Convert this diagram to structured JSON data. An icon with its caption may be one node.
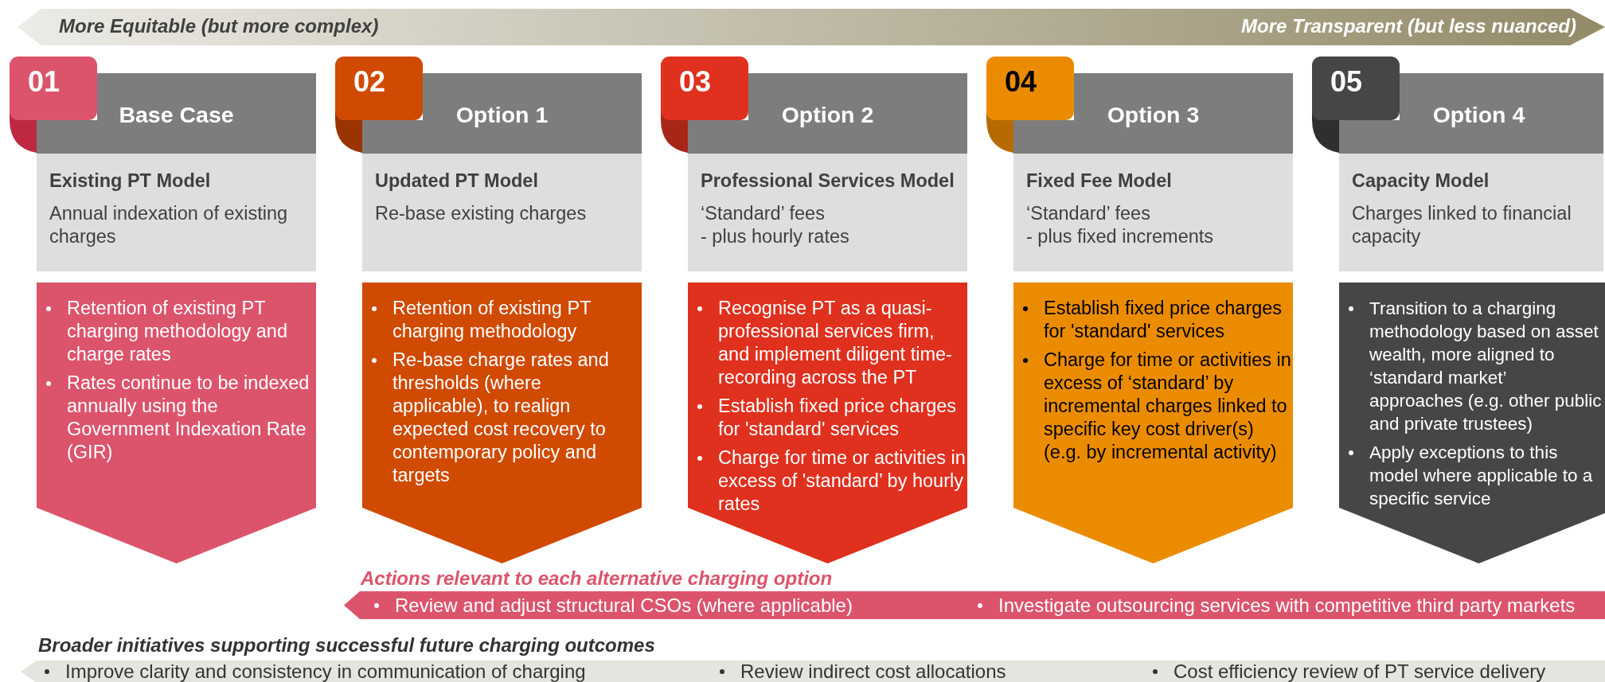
{
  "diagram": {
    "nodes": [
      {
        "text": [
          "01"
        ]
      },
      {
        "text": [
          "Base Case"
        ]
      },
      {
        "text": [
          "Existing PT Model",
          "Annual indexation of existing charges"
        ]
      },
      {
        "text": [
          "Retention of existing PT charging methodology and charge rates",
          "Rates continue to be indexed annually using the Government Indexation Rate (GIR)"
        ]
      },
      {
        "text": [
          "02"
        ]
      },
      {
        "text": [
          "Option 1"
        ]
      },
      {
        "text": [
          "Updated PT Model",
          "Re-base existing charges"
        ]
      },
      {
        "text": [
          "Retention of existing PT charging methodology",
          "Re-base charge rates and thresholds (where applicable), to realign expected cost recovery to contemporary policy and targets"
        ]
      },
      {
        "text": [
          "03"
        ]
      },
      {
        "text": [
          "Option 2"
        ]
      },
      {
        "text": [
          "Professional Services Model",
          "‘Standard’ fees - plus hourly rates"
        ]
      },
      {
        "text": [
          "Recognise PT as a quasi-professional services firm, and implement diligent time-recording across the PT",
          "Establish fixed price charges for 'standard' services",
          "Charge for time or activities in excess of 'standard’ by hourly rates"
        ]
      },
      {
        "text": [
          "04"
        ]
      },
      {
        "text": [
          "Option 3"
        ]
      },
      {
        "text": [
          "Fixed Fee Model",
          "‘Standard’ fees - plus fixed increments"
        ]
      },
      {
        "text": [
          "Establish fixed price charges for 'standard' services",
          "Charge for time or activities in excess of ‘standard’ by incremental charges linked to specific key cost driver(s) (e.g. by incremental activity)"
        ]
      },
      {
        "text": [
          "05"
        ]
      },
      {
        "text": [
          "Option 4"
        ]
      },
      {
        "text": [
          "Capacity Model",
          "Charges linked to financial capacity"
        ]
      },
      {
        "text": [
          "Transition to a charging methodology based on asset wealth, more aligned to ‘standard market’ approaches (e.g. other public and private trustees)",
          "Apply exceptions to this model where applicable to a specific service"
        ]
      },
      {
        "text": [
          "Actions relevant to each alternative charging option",
          "Review and adjust structural CSOs (where applicable)",
          "Investigate outsourcing services with competitive third party markets"
        ]
      },
      {
        "text": [
          "Broader initiatives supporting successful future charging outcomes",
          "Improve clarity and consistency in communication of charging",
          "Review indirect cost allocations",
          "Cost efficiency review of PT service delivery"
        ]
      }
    ],
    "labels": [
      "More Equitable (but more complex)",
      "More Transparent (but less nuanced)"
    ]
  }
}
